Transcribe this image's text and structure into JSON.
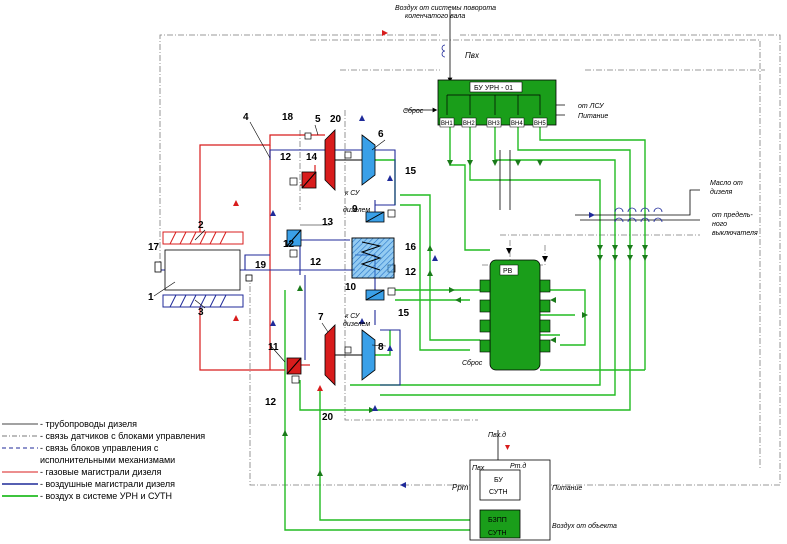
{
  "labels": {
    "air_rotation": "Воздух от системы поворота коленчатого вала",
    "bu_urn": "БУ УРН - 01",
    "sbros1": "Сброс",
    "ot_lsu": "от ЛСУ",
    "pitanie1": "Питание",
    "k_su_1": "к СУ дизелем",
    "k_su_2": "к СУ дизелем",
    "maslo": "Масло от дизеля",
    "vykl": "от предель- ного выключателя",
    "rv": "РВ",
    "sbros2": "Сброс",
    "bu_suth": "БУ СУТН",
    "pitanie2": "Питание",
    "bzpp_suth": "БЗПП СУТН",
    "vozduh_obj": "Воздух от объекта",
    "p_vkh": "Пвх",
    "p_vkh_d": "Пвх.д",
    "p_rd": "Pт.д",
    "p_vkh2": "Пвх",
    "p_rt": "Pрт"
  },
  "valves": [
    "ВН1",
    "ВН2",
    "ВН3",
    "ВН4",
    "ВН5"
  ],
  "callouts": [
    "1",
    "2",
    "3",
    "4",
    "5",
    "6",
    "7",
    "8",
    "9",
    "10",
    "11",
    "12",
    "12",
    "12",
    "12",
    "12",
    "13",
    "14",
    "15",
    "15",
    "16",
    "17",
    "18",
    "19",
    "20",
    "20"
  ],
  "legend": [
    {
      "id": "pipes",
      "text": "- трубопроводы дизеля",
      "style": "solid",
      "color": "#444444"
    },
    {
      "id": "sensor-link",
      "text": "- связь датчиков с блоками управления",
      "style": "dashdot",
      "color": "#7a7a7a"
    },
    {
      "id": "control-link",
      "text": "- связь блоков управления с исполнительными механизмами",
      "style": "dashed",
      "color": "#1f2a99"
    },
    {
      "id": "gas",
      "text": "- газовые магистрали дизеля",
      "style": "solid",
      "color": "#d81c1c"
    },
    {
      "id": "air",
      "text": "- воздушные магистрали дизеля",
      "style": "solid",
      "color": "#1f2a99"
    },
    {
      "id": "urn-air",
      "text": "- воздух в системе УРН и СУТН",
      "style": "solid",
      "color": "#22bb22"
    }
  ],
  "colors": {
    "green": "#22bb22",
    "red": "#d81c1c",
    "blue": "#1f2a99",
    "cyan": "#3aa0e8",
    "block": "#1a9e1a"
  }
}
